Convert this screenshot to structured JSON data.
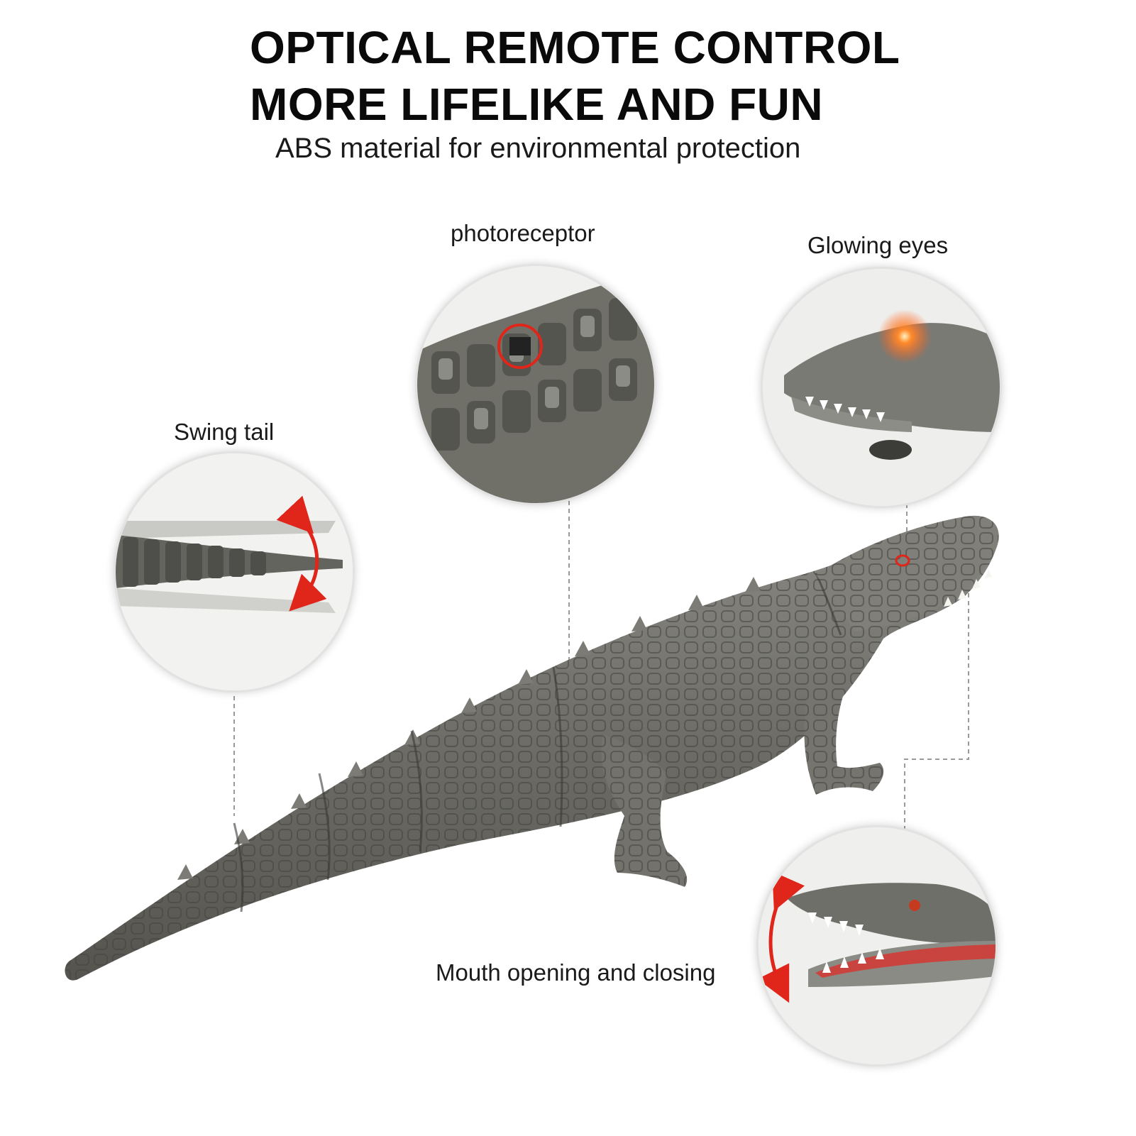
{
  "headline": {
    "line1": "OPTICAL REMOTE CONTROL",
    "line2": "MORE LIFELIKE AND FUN",
    "subtitle": "ABS material for environmental protection"
  },
  "features": {
    "photoreceptor": "photoreceptor",
    "glowing_eyes": "Glowing eyes",
    "swing_tail": "Swing tail",
    "mouth": "Mouth opening and closing"
  },
  "colors": {
    "background": "#ffffff",
    "croc_body": "#6f6e69",
    "croc_dark": "#3f3f3c",
    "croc_light": "#9b9a94",
    "highlight_red": "#e0251b",
    "eye_glow": "#ff7a2a",
    "connector": "#9a9a9a"
  },
  "icons": [
    "double-arrow-icon",
    "target-ring-icon",
    "glow-icon"
  ]
}
